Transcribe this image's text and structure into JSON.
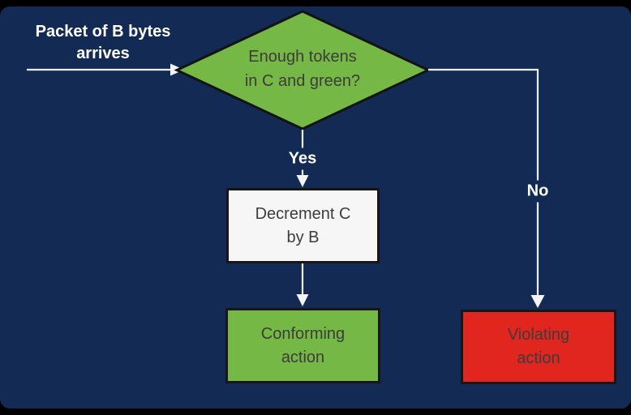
{
  "colors": {
    "outer_background": "#000000",
    "panel_background": "#132b54",
    "decision_green": "#76b845",
    "conforming_green": "#76b845",
    "violating_red": "#e1251f",
    "process_fill": "#f6f6f6",
    "shape_border": "#161616",
    "shape_text": "#3c3c3c",
    "connector_line": "#ececec",
    "label_text": "#ffffff"
  },
  "flowchart": {
    "start": {
      "line1": "Packet of B bytes",
      "line2": "arrives"
    },
    "decision": {
      "line1": "Enough tokens",
      "line2": "in C and green?"
    },
    "edges": {
      "yes": "Yes",
      "no": "No"
    },
    "process": {
      "line1": "Decrement C",
      "line2": "by B"
    },
    "conforming": {
      "line1": "Conforming",
      "line2": "action"
    },
    "violating": {
      "line1": "Violating",
      "line2": "action"
    }
  }
}
